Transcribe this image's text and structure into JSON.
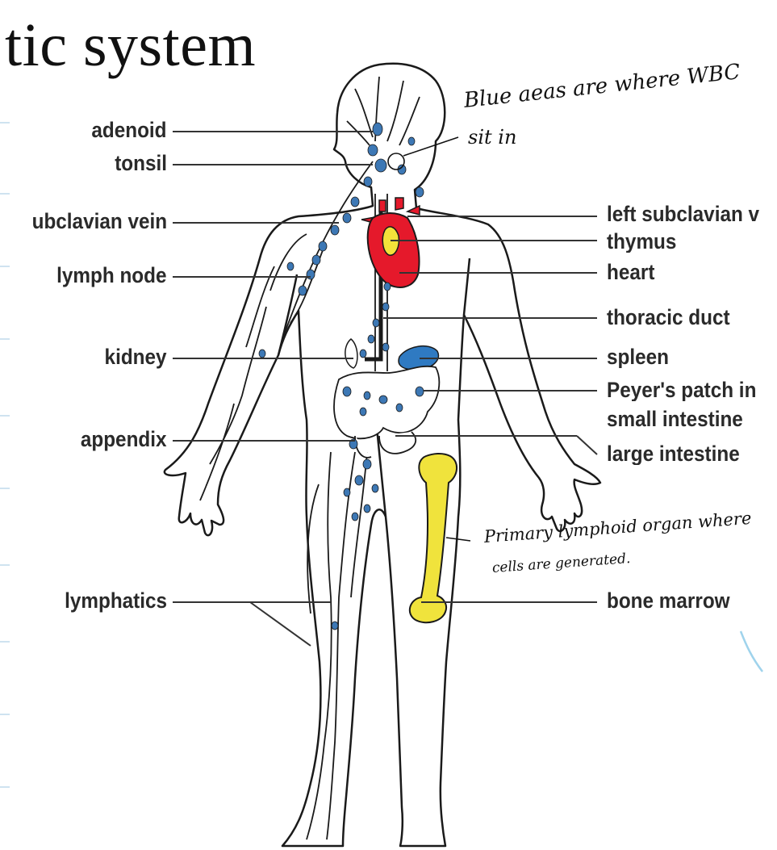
{
  "title": "tic system",
  "labels_left": {
    "adenoid": "adenoid",
    "tonsil": "tonsil",
    "subclavian_vein": "ubclavian vein",
    "lymph_node": "lymph node",
    "kidney": "kidney",
    "appendix": "appendix",
    "lymphatics": "lymphatics"
  },
  "labels_right": {
    "left_subclavian_vein": "left subclavian v",
    "thymus": "thymus",
    "heart": "heart",
    "thoracic_duct": "thoracic duct",
    "spleen": "spleen",
    "peyers_patch_line1": "Peyer's patch in",
    "peyers_patch_line2": "small intestine",
    "large_intestine": "large intestine",
    "bone_marrow": "bone marrow"
  },
  "annotations": {
    "wbc_note_line1": "Blue aeas are where WBC",
    "wbc_note_line2": "sit in",
    "bone_note_line1": "Primary lymphoid organ where",
    "bone_note_line2": "cells are generated."
  },
  "colors": {
    "lymph_nodes": "#3d78b5",
    "heart": "#e5192b",
    "thymus": "#f3e23a",
    "spleen": "#2f7ac2",
    "bone": "#f0e33c",
    "outline": "#1a1a1a",
    "notebook_lines": "#cfe3f0",
    "pen_mark": "#9fd3ec"
  }
}
